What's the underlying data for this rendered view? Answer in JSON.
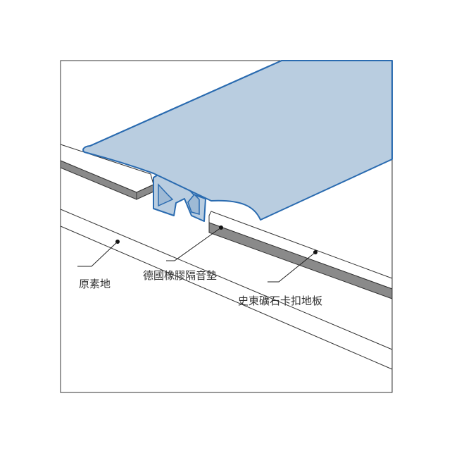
{
  "colors": {
    "background": "#ffffff",
    "frame": "#333333",
    "trim_fill": "#b9cde0",
    "trim_stroke": "#2a6bb0",
    "gray_edge": "#8a8a8a",
    "line": "#333333",
    "label_text": "#333333"
  },
  "labels": {
    "subfloor": "原素地",
    "underlay": "德國橡膠隔音墊",
    "spc_floor": "史東礦石卡扣地板"
  }
}
